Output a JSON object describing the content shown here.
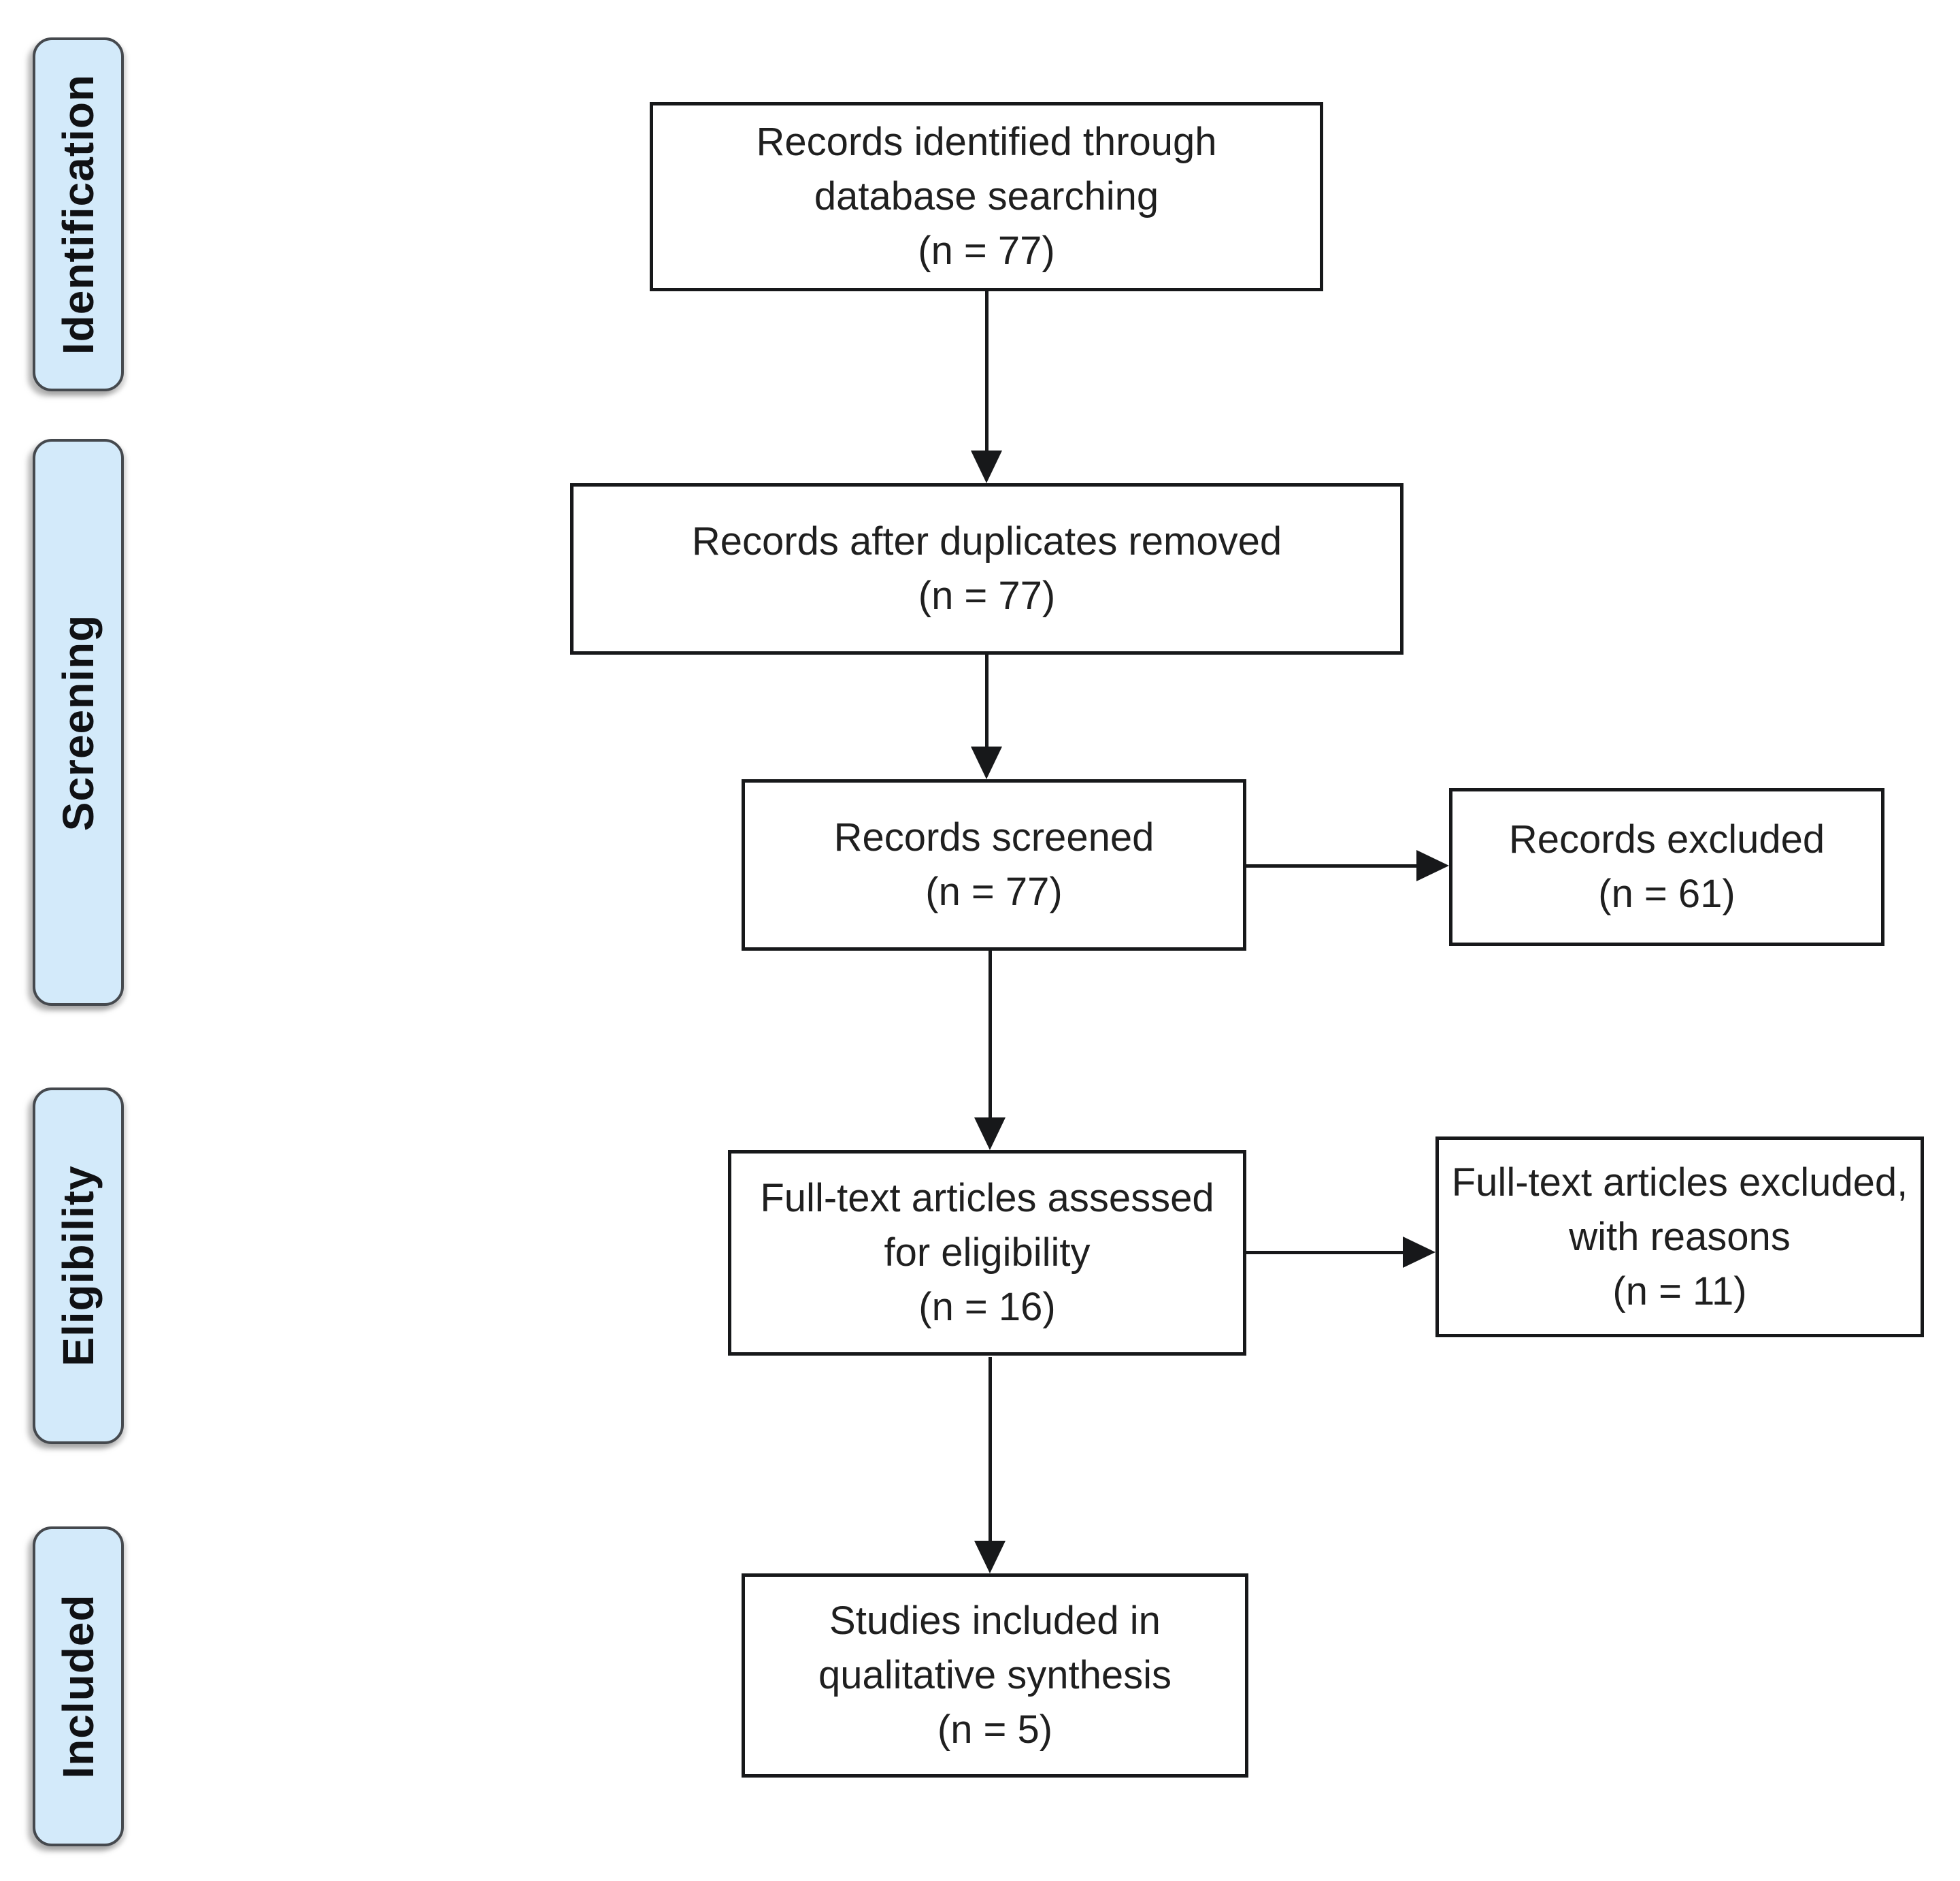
{
  "diagram_type": "prisma-flow",
  "stages": [
    {
      "label": "Identification"
    },
    {
      "label": "Screening"
    },
    {
      "label": "Eligibility"
    },
    {
      "label": "Included"
    }
  ],
  "nodes": {
    "identified": {
      "lines": [
        "Records identified through",
        "database searching",
        "(n = 77)"
      ],
      "count": 77
    },
    "deduplicated": {
      "lines": [
        "Records after duplicates removed",
        "(n = 77)"
      ],
      "count": 77
    },
    "screened": {
      "lines": [
        "Records screened",
        "(n = 77)"
      ],
      "count": 77
    },
    "excluded": {
      "lines": [
        "Records excluded",
        "(n = 61)"
      ],
      "count": 61
    },
    "fulltext": {
      "lines": [
        "Full-text articles assessed",
        "for eligibility",
        "(n = 16)"
      ],
      "count": 16
    },
    "fulltext_excluded": {
      "lines": [
        "Full-text articles excluded,",
        "with reasons",
        "(n = 11)"
      ],
      "count": 11
    },
    "included_studies": {
      "lines": [
        "Studies included in",
        "qualitative synthesis",
        "(n = 5)"
      ],
      "count": 5
    }
  },
  "colors": {
    "stage_fill": "#d3eafa",
    "stage_border": "#45494e",
    "node_fill": "#ffffff",
    "node_border": "#17181a",
    "arrow": "#17181a",
    "text": "#1f1f1f",
    "background": "#ffffff"
  }
}
